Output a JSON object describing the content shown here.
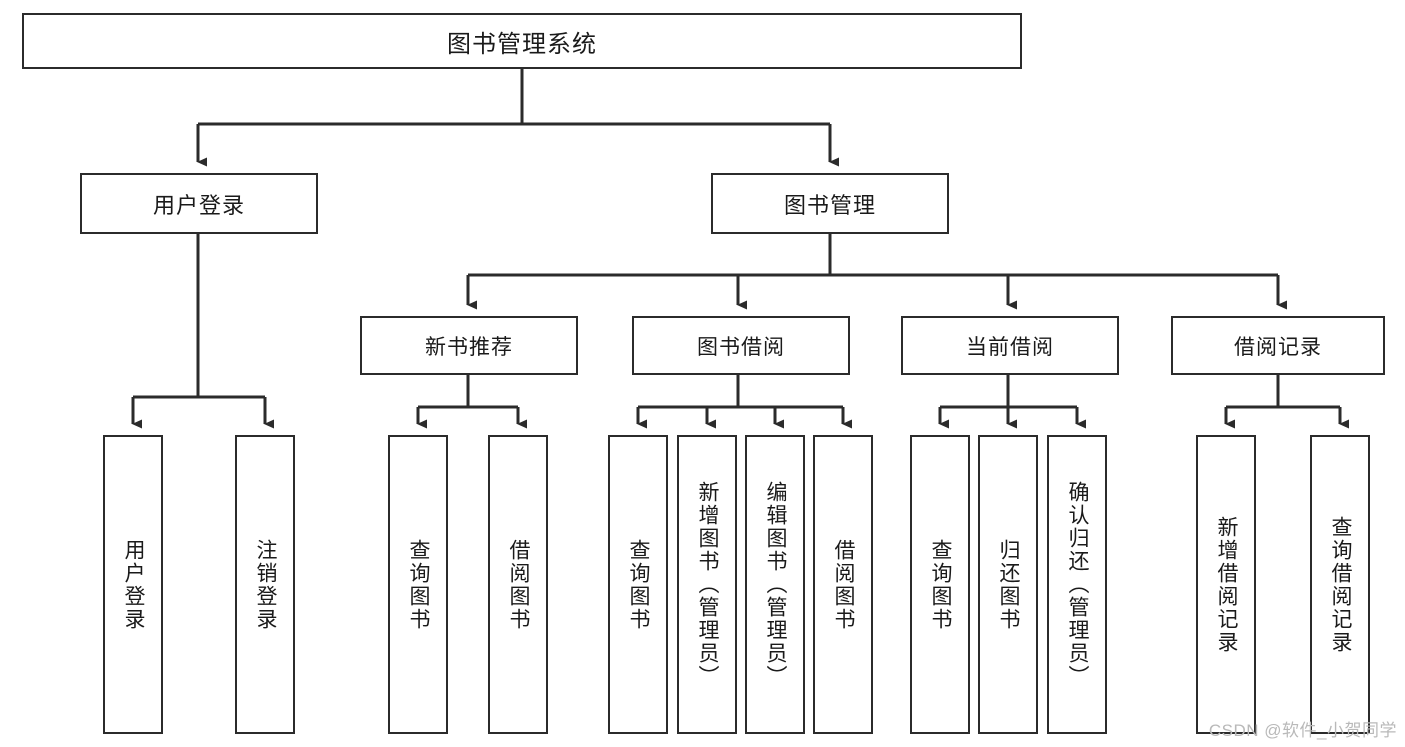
{
  "diagram": {
    "title": "图书管理系统",
    "root": {
      "label": "图书管理系统"
    },
    "level2": [
      {
        "label": "用户登录"
      },
      {
        "label": "图书管理"
      }
    ],
    "level3": [
      {
        "label": "新书推荐"
      },
      {
        "label": "图书借阅"
      },
      {
        "label": "当前借阅"
      },
      {
        "label": "借阅记录"
      }
    ],
    "leaves": [
      {
        "label": "用户登录"
      },
      {
        "label": "注销登录"
      },
      {
        "label": "查询图书"
      },
      {
        "label": "借阅图书"
      },
      {
        "label": "查询图书"
      },
      {
        "label": "新增图书（管理员）"
      },
      {
        "label": "编辑图书（管理员）"
      },
      {
        "label": "借阅图书"
      },
      {
        "label": "查询图书"
      },
      {
        "label": "归还图书"
      },
      {
        "label": "确认归还（管理员）"
      },
      {
        "label": "新增借阅记录"
      },
      {
        "label": "查询借阅记录"
      }
    ]
  },
  "watermark": {
    "text": "CSDN @软件_小贺同学"
  },
  "colors": {
    "stroke": "#2b2b2b",
    "background": "#ffffff",
    "text": "#1a1a1a",
    "watermark": "#b9b9b9"
  }
}
